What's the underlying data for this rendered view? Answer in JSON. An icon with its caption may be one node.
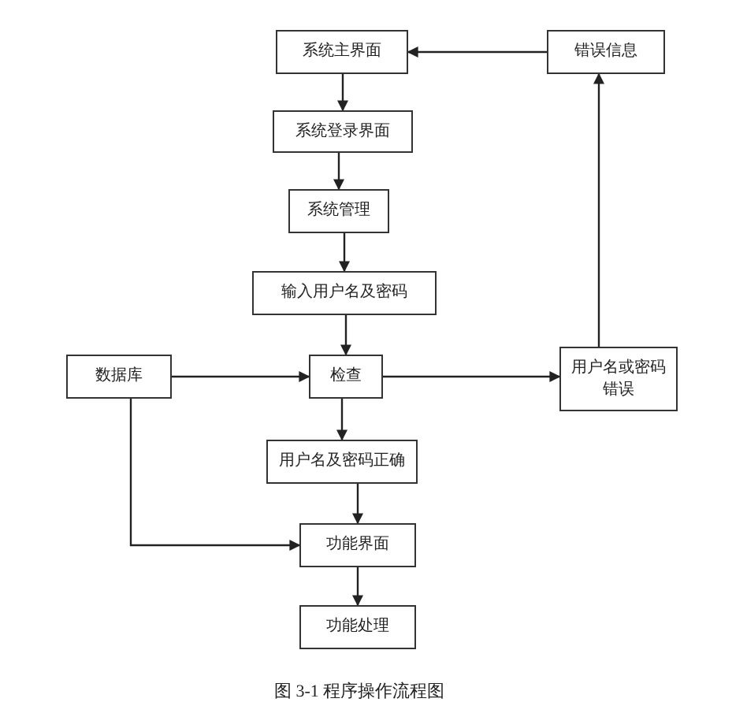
{
  "diagram": {
    "caption": "图 3-1 程序操作流程图",
    "nodes": [
      {
        "text": [
          "系统主界面"
        ]
      },
      {
        "text": [
          "错误信息"
        ]
      },
      {
        "text": [
          "系统登录界面"
        ]
      },
      {
        "text": [
          "系统管理"
        ]
      },
      {
        "text": [
          "输入用户名及密码"
        ]
      },
      {
        "text": [
          "数据库"
        ]
      },
      {
        "text": [
          "检查"
        ]
      },
      {
        "text": [
          "用户名或密码错误"
        ]
      },
      {
        "text": [
          "用户名及密码正确"
        ]
      },
      {
        "text": [
          "功能界面"
        ]
      },
      {
        "text": [
          "功能处理"
        ]
      }
    ],
    "edges": [
      {
        "from": 0,
        "to": 2,
        "arrow": "to"
      },
      {
        "from": 2,
        "to": 3,
        "arrow": "to"
      },
      {
        "from": 3,
        "to": 4,
        "arrow": "to"
      },
      {
        "from": 4,
        "to": 6,
        "arrow": "to"
      },
      {
        "from": 5,
        "to": 6,
        "arrow": "to"
      },
      {
        "from": 6,
        "to": 7,
        "arrow": "to"
      },
      {
        "from": 7,
        "to": 1,
        "arrow": "to"
      },
      {
        "from": 1,
        "to": 0,
        "arrow": "to"
      },
      {
        "from": 6,
        "to": 8,
        "arrow": "to"
      },
      {
        "from": 8,
        "to": 9,
        "arrow": "to"
      },
      {
        "from": 5,
        "to": 9,
        "arrow": "to"
      },
      {
        "from": 9,
        "to": 10,
        "arrow": "to"
      }
    ]
  }
}
